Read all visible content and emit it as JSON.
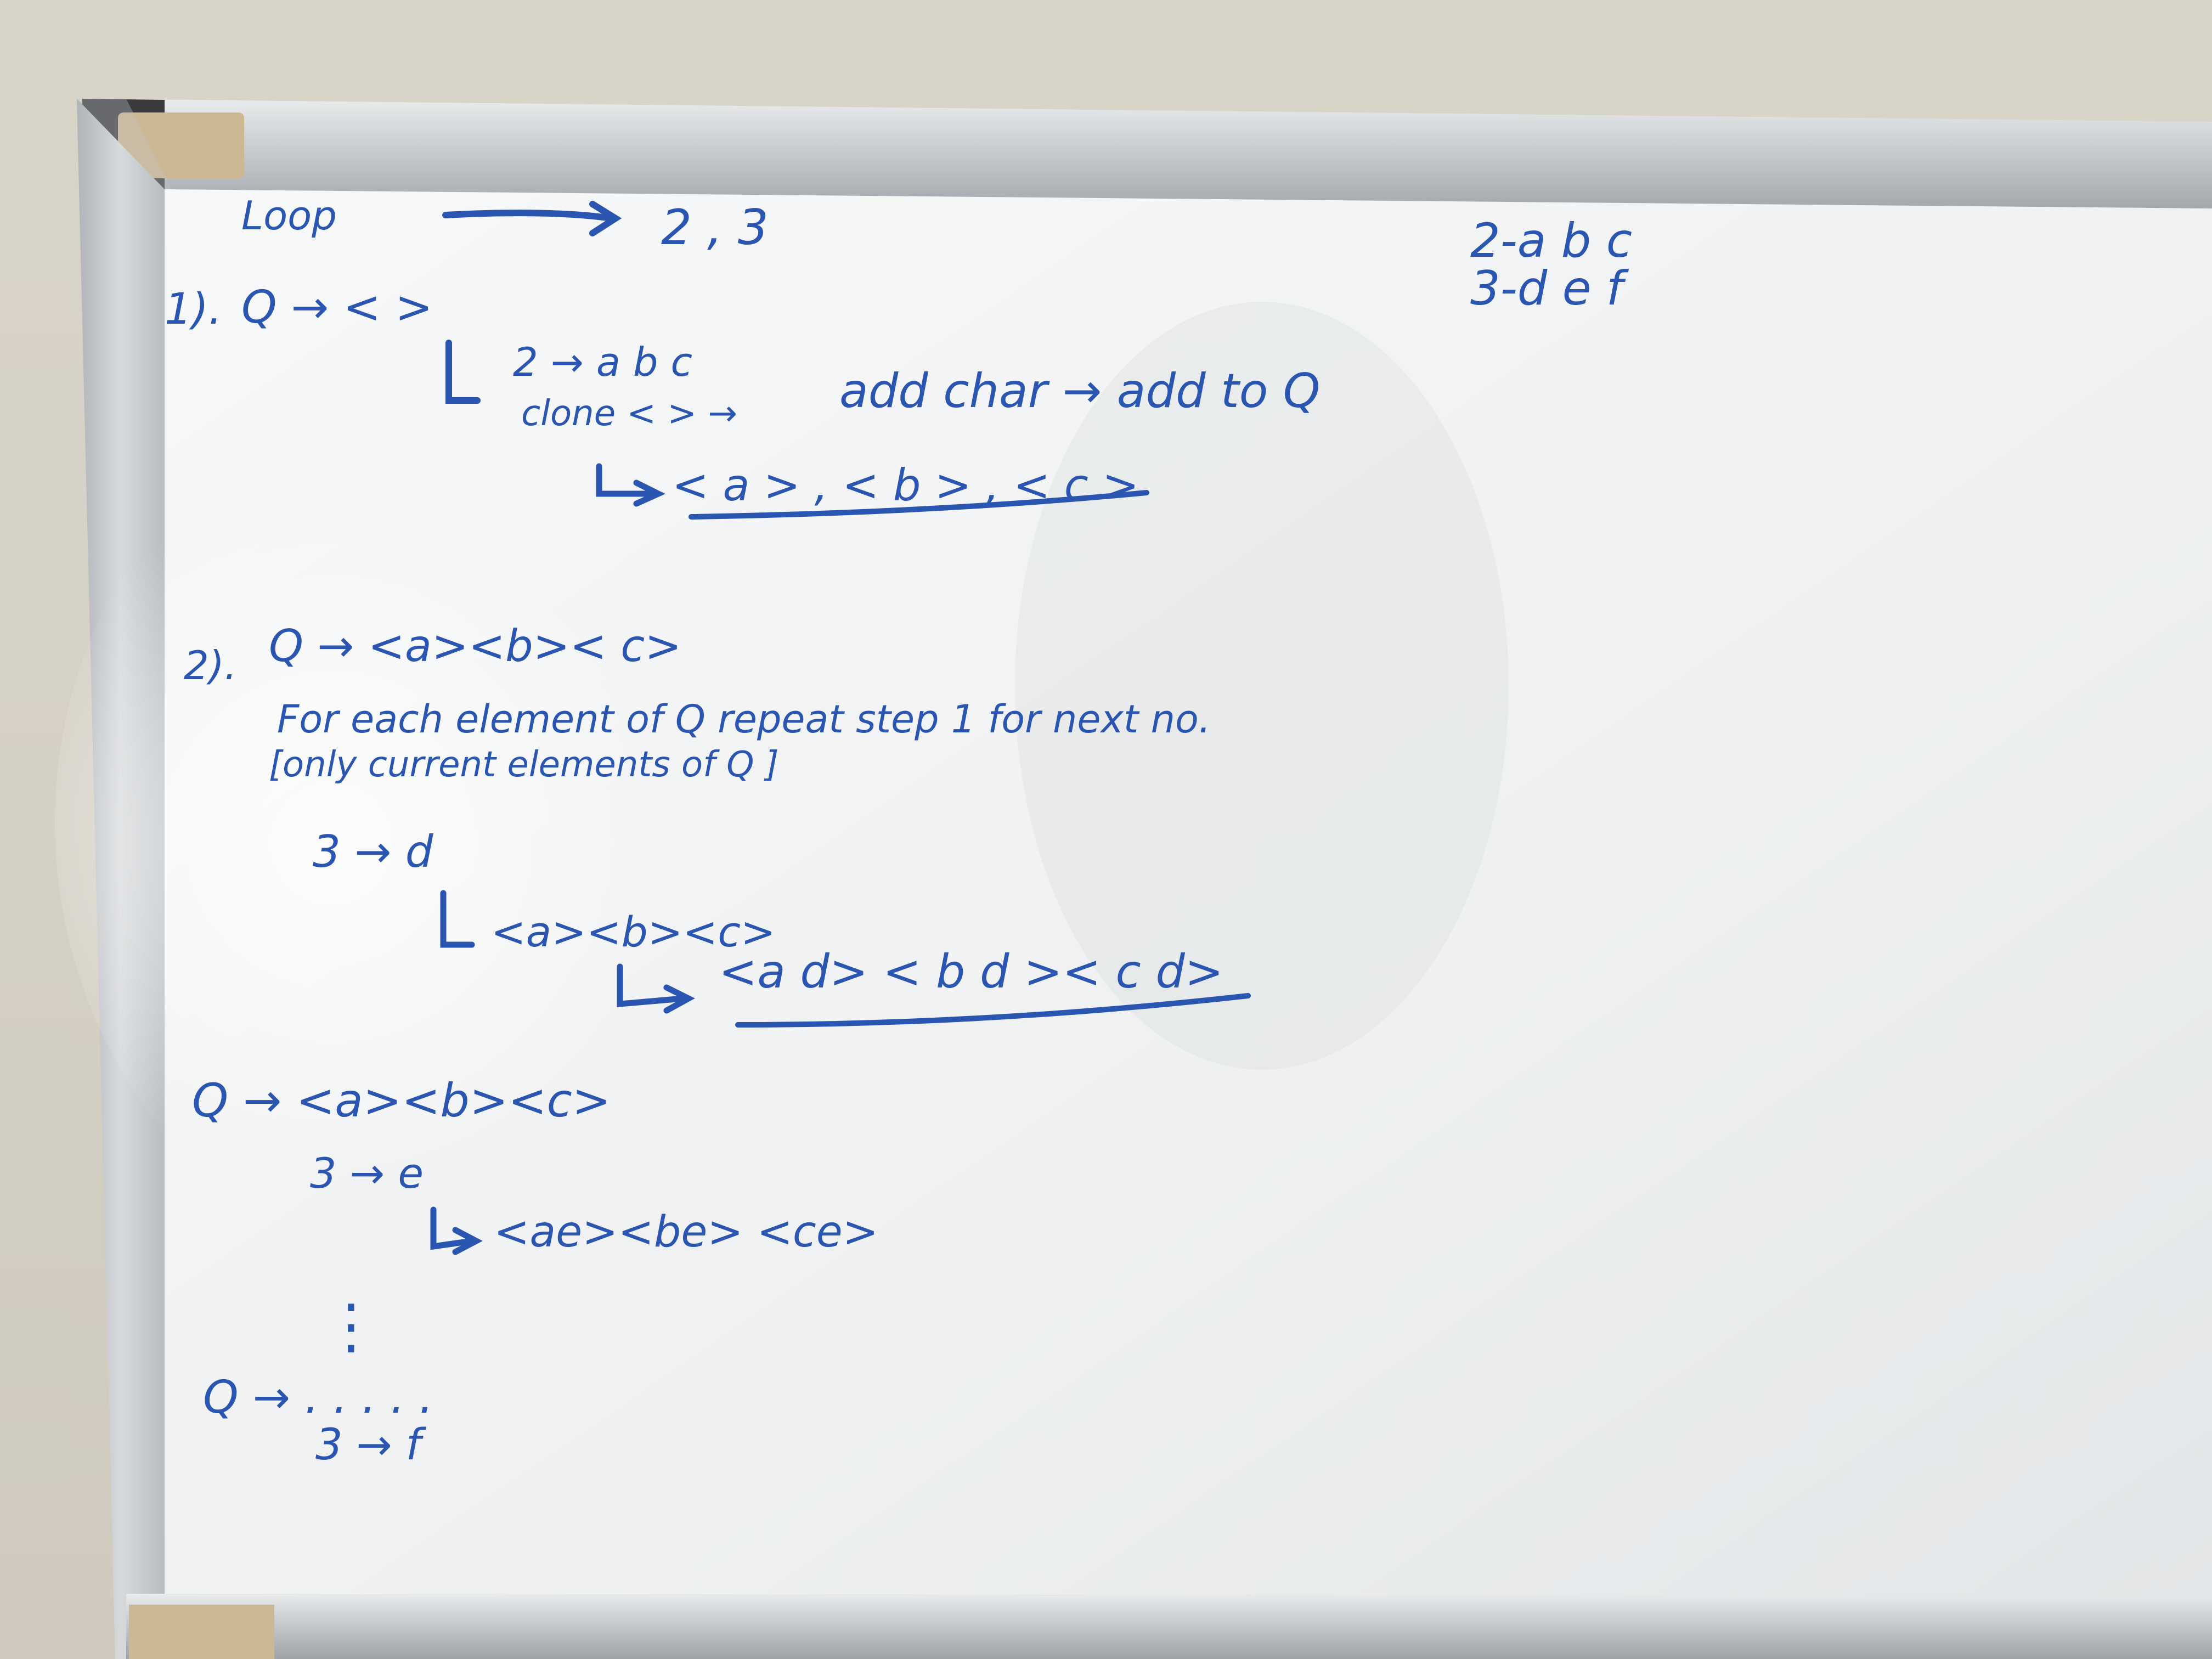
{
  "board": {
    "loop_label": "Loop",
    "loop_targets": "2 , 3",
    "mapping": [
      "2-a b c",
      "3-d e f"
    ],
    "step1": {
      "number": "1).",
      "q_line": "Q → < >",
      "digit_line": "2 → a   b   c",
      "clone_line": "clone < > →",
      "action_line": "add char → add to Q",
      "result_line": "< a > , < b > , < c >"
    },
    "step2": {
      "number": "2).",
      "q_line": "Q → <a><b>< c>",
      "instruction": "For each element of Q repeat step 1 for next no.",
      "note": "[only current elements of Q ]",
      "digit_line": "3 → d",
      "queue_line": "<a><b><c>",
      "result_line": "<a d> < b d >< c d>"
    },
    "step3": {
      "q_line": "Q → <a><b><c>",
      "digit_line": "3 → e",
      "result_line": "<ae><be> <ce>"
    },
    "continuation": {
      "dots": "⋮",
      "q_line": "Q → . .   . . .",
      "digit_line": "3 → f"
    }
  },
  "colors": {
    "ink": "#2a55b0",
    "board": "#f3f5f6",
    "frame": "#c9cdd0"
  }
}
